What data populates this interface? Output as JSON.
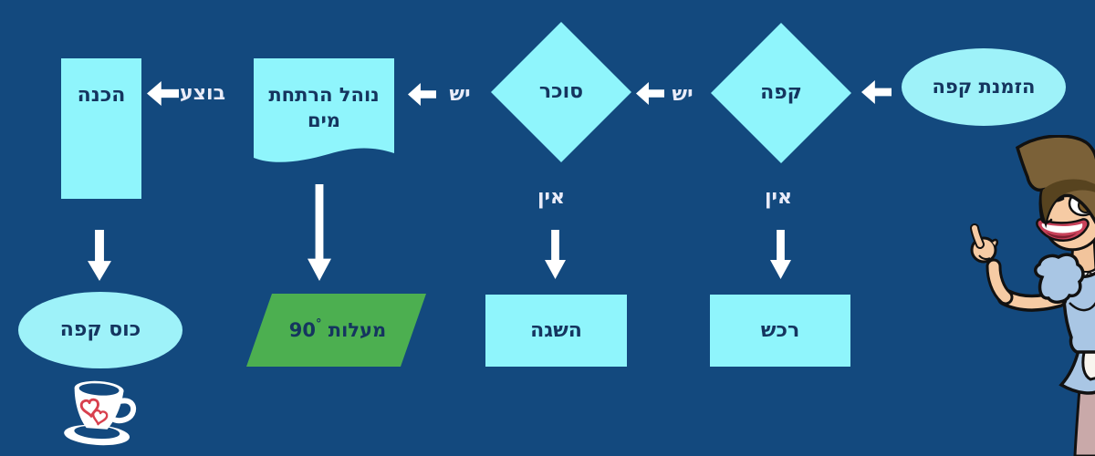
{
  "background_color": "#13497E",
  "colors": {
    "node_fill": "#8FF5FC",
    "ellipse_fill": "#9EF2F9",
    "process_green": "#4CAF50",
    "node_text": "#15355F",
    "edge_label_text": "#E9EBF8",
    "arrow": "#FFFFFF"
  },
  "flowchart": {
    "nodes": [
      {
        "id": "start",
        "shape": "ellipse",
        "label": "הזמנת קפה"
      },
      {
        "id": "coffee-decision",
        "shape": "diamond",
        "label": "קפה"
      },
      {
        "id": "sugar-decision",
        "shape": "diamond",
        "label": "סוכר"
      },
      {
        "id": "boil-water-procedure",
        "shape": "document",
        "label": "נוהל הרתחת מים"
      },
      {
        "id": "prepare",
        "shape": "rectangle",
        "label": "הכנה"
      },
      {
        "id": "cup-of-coffee",
        "shape": "ellipse",
        "label": "כוס קפה"
      },
      {
        "id": "temperature-90-degrees",
        "shape": "parallelogram",
        "label": "מעלות 90",
        "degree_mark": "°"
      },
      {
        "id": "obtain",
        "shape": "rectangle",
        "label": "השגה"
      },
      {
        "id": "purchase",
        "shape": "rectangle",
        "label": "רכש"
      }
    ],
    "edge_labels": [
      {
        "id": "coffee-yes",
        "label": "יש"
      },
      {
        "id": "sugar-yes",
        "label": "יש"
      },
      {
        "id": "procedure-done",
        "label": "בוצע"
      },
      {
        "id": "sugar-none",
        "label": "אין"
      },
      {
        "id": "coffee-none",
        "label": "אין"
      }
    ]
  },
  "illustrations": {
    "coffee_cup": "coffee-cup-with-hearts",
    "waitress": "cartoon-waitress-pointing"
  }
}
